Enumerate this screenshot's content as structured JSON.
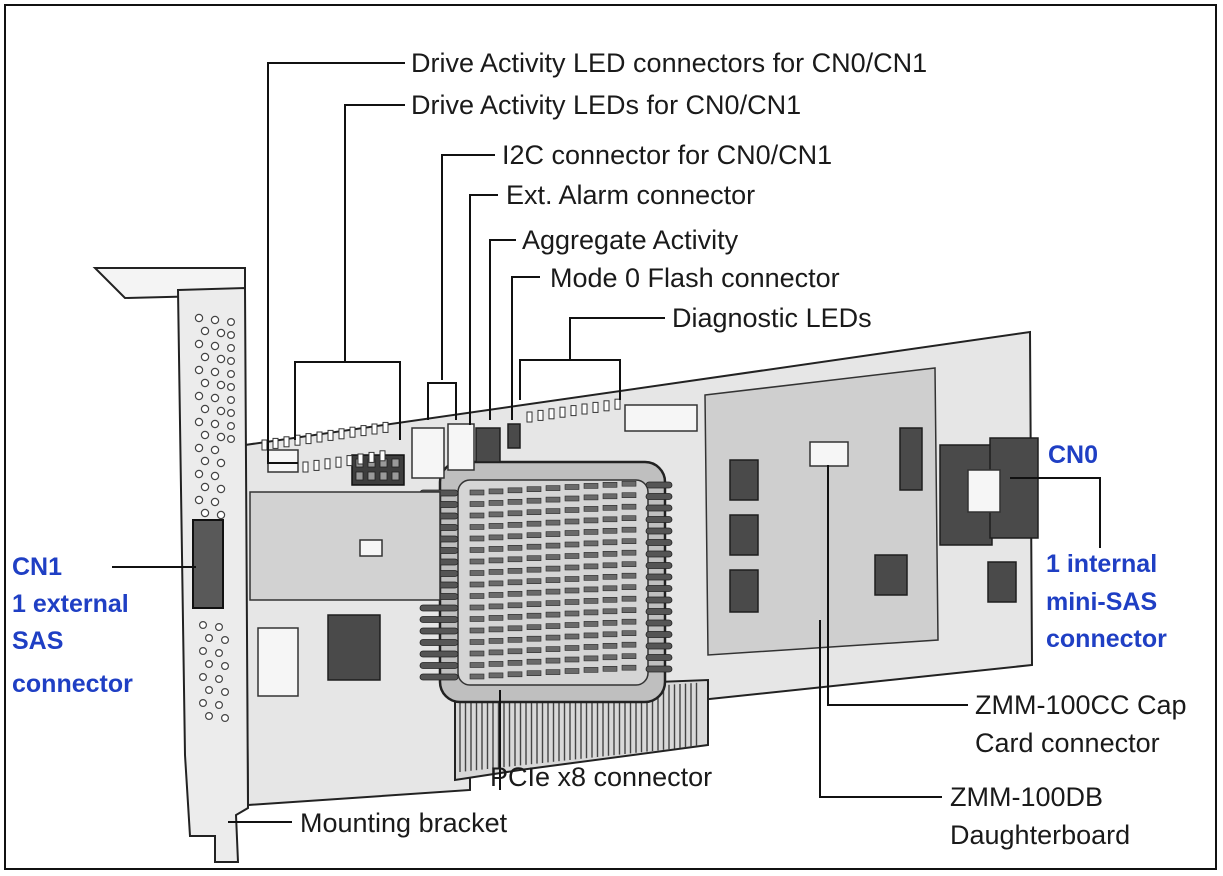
{
  "labels": {
    "led_connectors": "Drive Activity LED connectors for CN0/CN1",
    "leds": "Drive Activity LEDs for CN0/CN1",
    "i2c": "I2C connector for CN0/CN1",
    "alarm": "Ext. Alarm connector",
    "aggregate": "Aggregate Activity",
    "mode0": "Mode 0 Flash connector",
    "diagnostic": "Diagnostic LEDs",
    "cn0_name": "CN0",
    "cn0_desc": [
      "1 internal",
      "mini-SAS",
      "connector"
    ],
    "cn1_name": "CN1",
    "cn1_desc": [
      "1 external",
      "SAS",
      "connector"
    ],
    "cap_card": [
      "ZMM-100CC Cap",
      "Card connector"
    ],
    "daughterboard": [
      "ZMM-100DB",
      "Daughterboard"
    ],
    "pcie": "PCIe x8 connector",
    "bracket": "Mounting bracket"
  },
  "colors": {
    "callout_blue": "#1f3fc4",
    "text": "#1a1a1a",
    "board_fill": "#e6e6e6",
    "component_dark": "#4a4a4a"
  }
}
